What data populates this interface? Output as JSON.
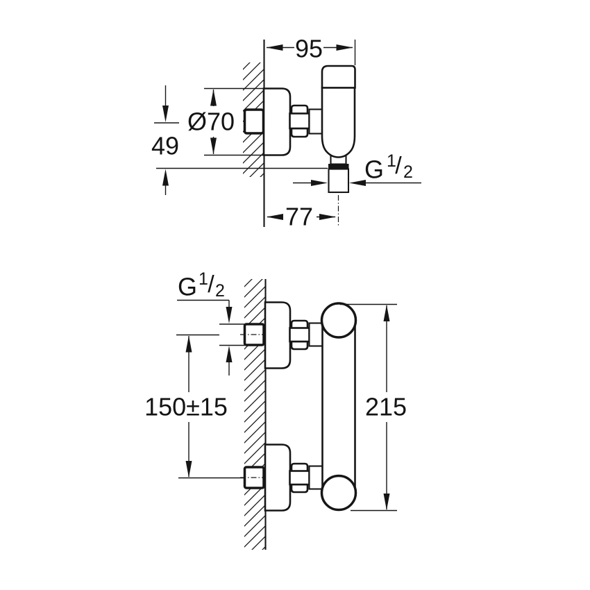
{
  "page": {
    "background": "#ffffff",
    "line_color": "#161616",
    "description_labels": {
      "drawing_type": "installation-dimension-drawing"
    }
  },
  "top_view": {
    "dims": {
      "width": "95",
      "escutcheon_diameter": "Ø70",
      "outlet_drop": "49",
      "outlet_thread": {
        "base": "G",
        "numerator": "1",
        "slash": "/",
        "denominator": "2"
      },
      "wall_to_outlet": "77"
    }
  },
  "bottom_view": {
    "dims": {
      "inlet_thread": {
        "base": "G",
        "numerator": "1",
        "slash": "/",
        "denominator": "2"
      },
      "inlet_center_distance": "150±15",
      "body_height": "215"
    }
  }
}
